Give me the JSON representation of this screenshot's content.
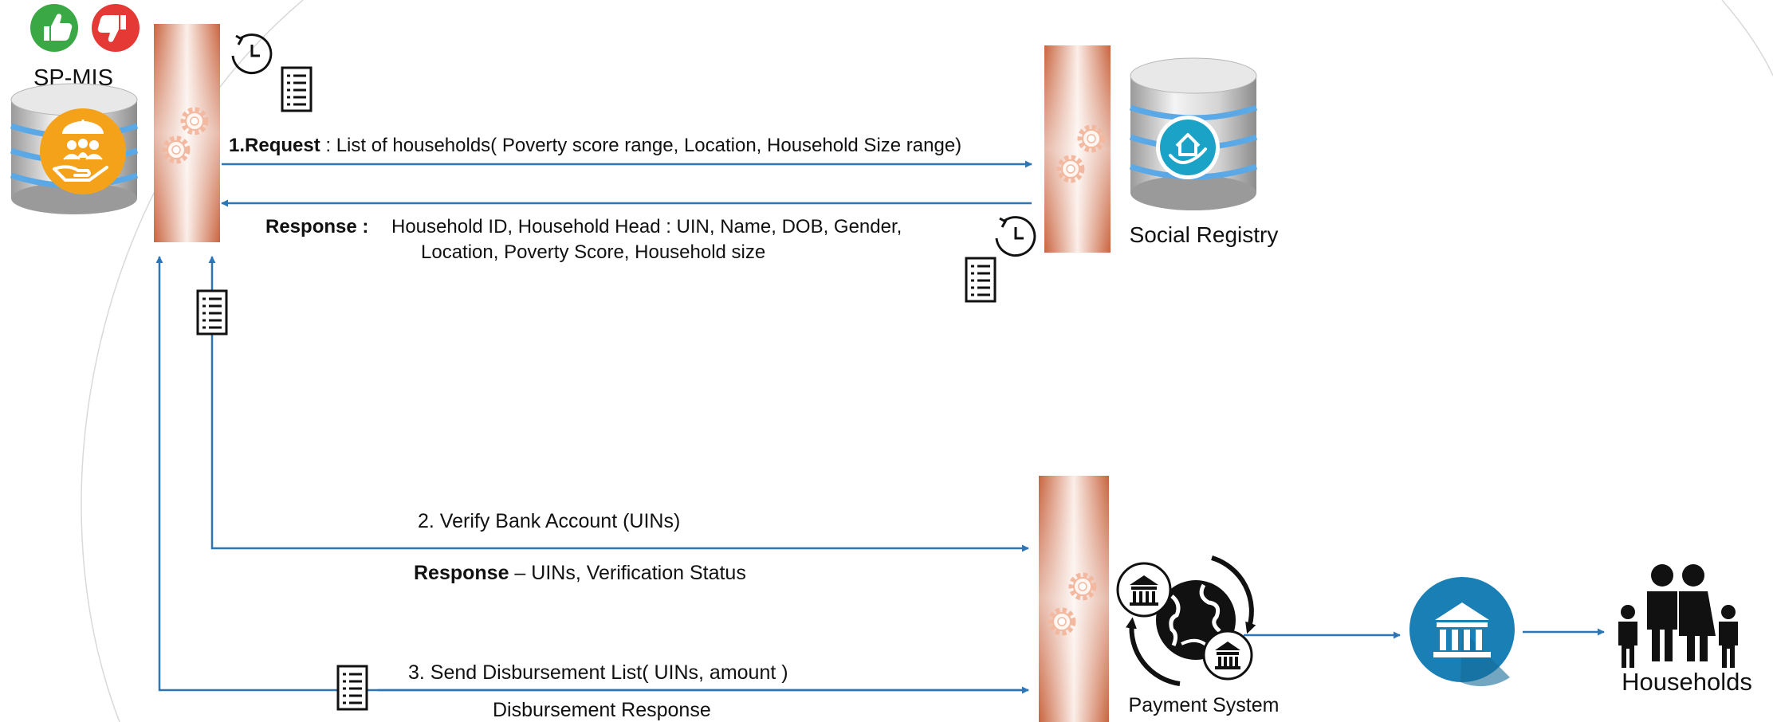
{
  "nodes": {
    "spmis": "SP-MIS",
    "social_registry": "Social Registry",
    "payment_system": "Payment System",
    "households": "Households"
  },
  "flows": {
    "request_bold": "1.Request",
    "request_rest": " : List of households( Poverty score range, Location, Household Size range)",
    "response_bold": "Response :",
    "response_line1": "Household ID, Household Head : UIN, Name, DOB, Gender,",
    "response_line2": "Location, Poverty Score, Household size",
    "verify": "2. Verify Bank Account (UINs)",
    "verify_resp_bold": "Response",
    "verify_resp_rest": " – UINs, Verification Status",
    "disburse": "3. Send Disbursement List( UINs, amount )",
    "disburse_resp": "Disbursement Response"
  },
  "colors": {
    "arrow": "#2e75b6",
    "gateway": "#d2795a",
    "thumbs_up": "#3aa845",
    "thumbs_down": "#e53935",
    "spmis_badge": "#f5a21b",
    "registry_badge": "#1aa3c7",
    "bank_circle": "#1a7fb5"
  },
  "icons": [
    "thumbs-up-icon",
    "thumbs-down-icon",
    "clock-icon",
    "document-icon",
    "gear-icon",
    "database-icon",
    "bank-icon",
    "globe-icon",
    "family-icon"
  ]
}
